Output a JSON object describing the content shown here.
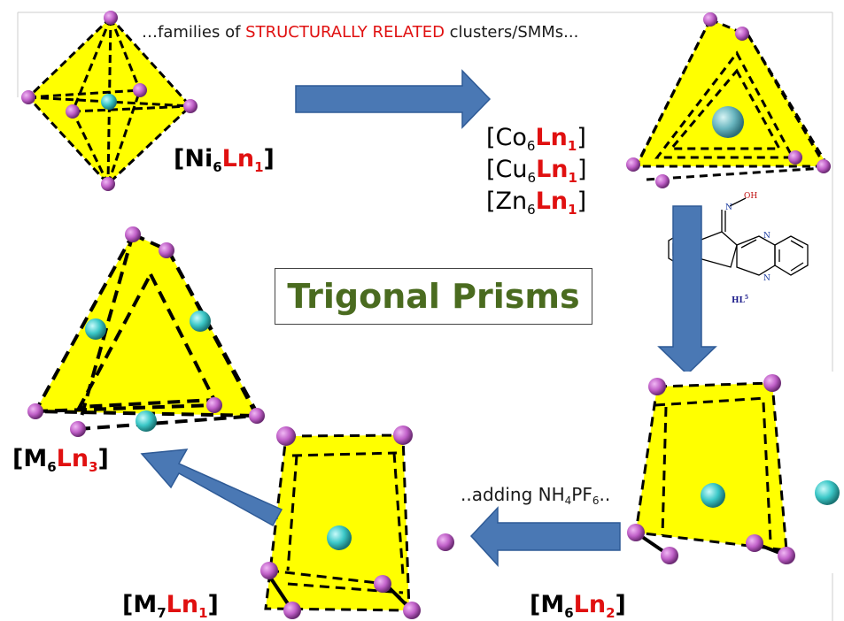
{
  "caption": {
    "prefix": "…families of ",
    "highlight": "STRUCTURALLY RELATED",
    "suffix": " clusters/SMMs..."
  },
  "title": "Trigonal Prisms",
  "process_note": {
    "pre": "..adding NH",
    "sub1": "4",
    "mid": "PF",
    "sub2": "6",
    "post": ".."
  },
  "ligand": {
    "label": "HL",
    "label_sup": "5",
    "atom_n": "N",
    "atom_oh": "OH"
  },
  "formulas": {
    "ni6ln1": {
      "open": "[",
      "metal": "Ni",
      "metal_sub": "6",
      "ln": "Ln",
      "ln_sub": "1",
      "close": "]"
    },
    "co6ln1": {
      "open": "[",
      "metal": "Co",
      "metal_sub": "6",
      "ln": "Ln",
      "ln_sub": "1",
      "close": "]"
    },
    "cu6ln1": {
      "open": "[",
      "metal": "Cu",
      "metal_sub": "6",
      "ln": "Ln",
      "ln_sub": "1",
      "close": "]"
    },
    "zn6ln1": {
      "open": "[",
      "metal": "Zn",
      "metal_sub": "6",
      "ln": "Ln",
      "ln_sub": "1",
      "close": "]"
    },
    "m6ln3": {
      "open": "[",
      "metal": "M",
      "metal_sub": "6",
      "ln": "Ln",
      "ln_sub": "3",
      "close": "]"
    },
    "m7ln1": {
      "open": "[",
      "metal": "M",
      "metal_sub": "7",
      "ln": "Ln",
      "ln_sub": "1",
      "close": "]"
    },
    "m6ln2": {
      "open": "[",
      "metal": "M",
      "metal_sub": "6",
      "ln": "Ln",
      "ln_sub": "2",
      "close": "]"
    }
  },
  "colors": {
    "polyhedron": "#ffff00",
    "metal_atom": "#c060c8",
    "lanthanide_atom": "#3cc8c8",
    "arrow": "#4a78b4",
    "ln_highlight": "#e01010",
    "title_text": "#4a6b1f"
  }
}
